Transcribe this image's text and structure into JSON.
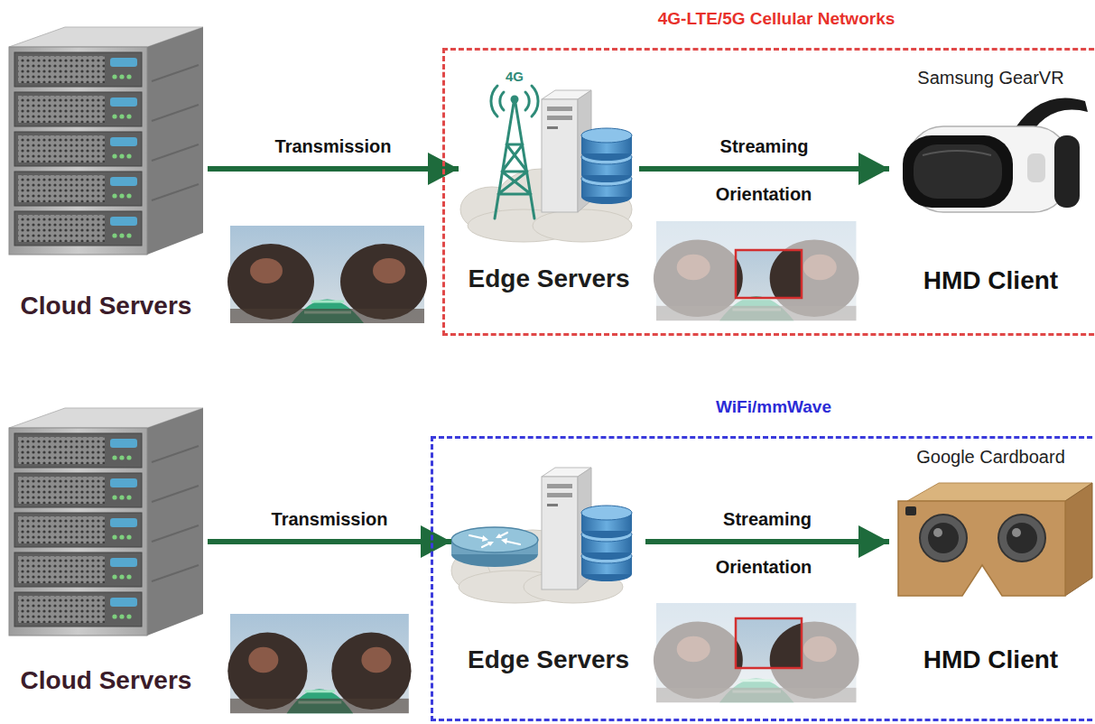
{
  "diagram": {
    "nodes": [
      {
        "text": [
          "Cloud Servers"
        ]
      },
      {
        "text": [
          "4G-LTE/5G Cellular Networks"
        ]
      },
      {
        "text": [
          "Edge Servers"
        ],
        "in": 1
      },
      {
        "text": [
          "Samsung GearVR",
          "HMD Client"
        ],
        "in": 1
      },
      {
        "text": [
          "Cloud Servers"
        ]
      },
      {
        "text": [
          "WiFi/mmWave"
        ]
      },
      {
        "text": [
          "Edge Servers"
        ],
        "in": 5
      },
      {
        "text": [
          "Google Cardboard",
          "HMD Client"
        ],
        "in": 5
      }
    ],
    "edges": [
      {
        "from": 0,
        "to": 2,
        "label": "Transmission",
        "arrow": "to"
      },
      {
        "from": 2,
        "to": 3,
        "label": "Streaming",
        "arrow": "to"
      },
      {
        "from": 4,
        "to": 6,
        "label": "Transmission",
        "arrow": "to"
      },
      {
        "from": 6,
        "to": 7,
        "label": "Streaming",
        "arrow": "to"
      }
    ],
    "labels": [
      "4G",
      "Orientation",
      "Orientation"
    ]
  }
}
